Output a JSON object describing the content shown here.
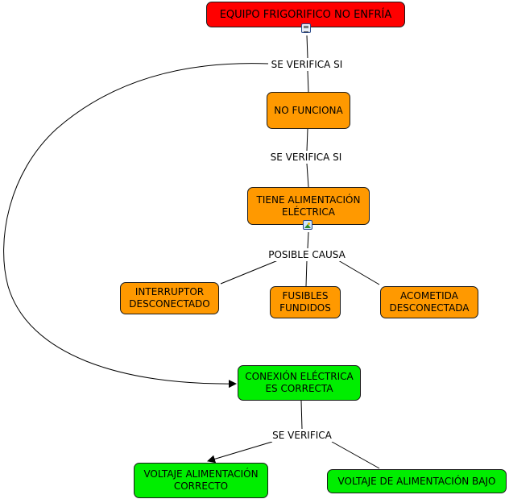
{
  "nodes": {
    "equipo": "EQUIPO FRIGORIFICO NO ENFRÍA",
    "no_funciona": "NO FUNCIONA",
    "tiene_alimentacion": "TIENE ALIMENTACIÓN\nELÉCTRICA",
    "interruptor": "INTERRUPTOR\nDESCONECTADO",
    "fusibles": "FUSIBLES\nFUNDIDOS",
    "acometida": "ACOMETIDA\nDESCONECTADA",
    "conexion": "CONEXIÓN ELÉCTRICA\nES CORRECTA",
    "voltaje_correcto": "VOLTAJE ALIMENTACIÓN\nCORRECTO",
    "voltaje_bajo": "VOLTAJE DE ALIMENTACIÓN BAJO"
  },
  "links": {
    "verifica_1": "SE VERIFICA SI",
    "verifica_2": "SE VERIFICA SI",
    "posible_causa": "POSIBLE CAUSA",
    "se_verifica": "SE VERIFICA"
  },
  "colors": {
    "root": "#ff0000",
    "cause": "#ff9900",
    "result": "#00ee00",
    "line": "#000000"
  },
  "icons": {
    "root_badge": "document-icon",
    "alimentacion_badge": "image-icon"
  }
}
